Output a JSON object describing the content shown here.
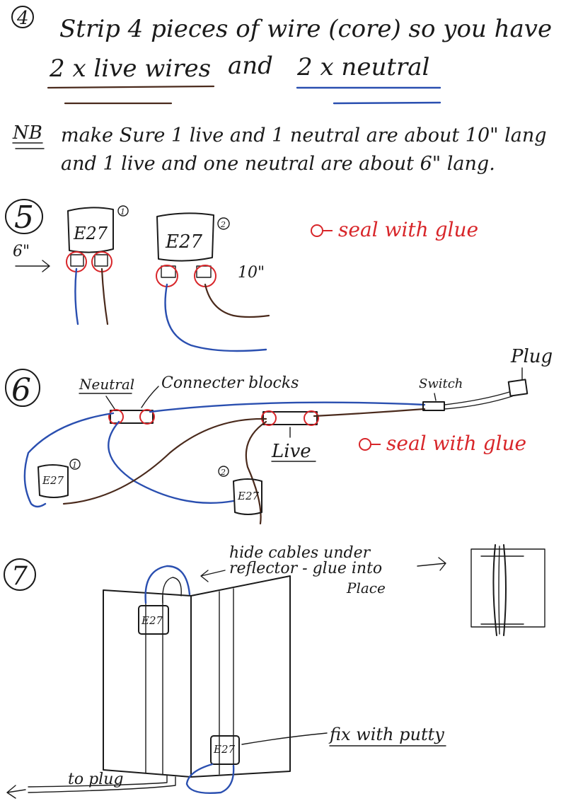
{
  "colors": {
    "ink": "#1a1a1a",
    "live": "#4a2a1c",
    "neutral": "#2a4fb0",
    "glue": "#d8262a"
  },
  "step4": {
    "number": "4",
    "line1": "Strip 4 pieces of wire (core) so you have",
    "line2_a": "2 x live wires",
    "line2_b": "and",
    "line2_c": "2 x neutral",
    "nb_label": "NB",
    "nb_line1": "make Sure 1 live and 1 neutral are about 10\" lang",
    "nb_line2": "and 1 live and one neutral are about 6\" lang."
  },
  "step5": {
    "number": "5",
    "socket1_label": "E27",
    "socket1_num": "1",
    "socket2_label": "E27",
    "socket2_num": "2",
    "length_short": "6\"",
    "length_long": "10\"",
    "glue_note": "seal with glue"
  },
  "step6": {
    "number": "6",
    "neutral_label": "Neutral",
    "connector_label": "Connecter blocks",
    "switch_label": "Switch",
    "plug_label": "Plug",
    "live_label": "Live",
    "glue_note": "seal with glue",
    "socket1_label": "E27",
    "socket1_num": "1",
    "socket2_label": "E27",
    "socket2_num": "2"
  },
  "step7": {
    "number": "7",
    "hide_line1": "hide cables under",
    "hide_line2": "reflector - glue into",
    "hide_line3": "Place",
    "putty_note": "fix with putty",
    "to_plug": "to plug",
    "socket_top": "E27",
    "socket_bottom": "E27"
  }
}
